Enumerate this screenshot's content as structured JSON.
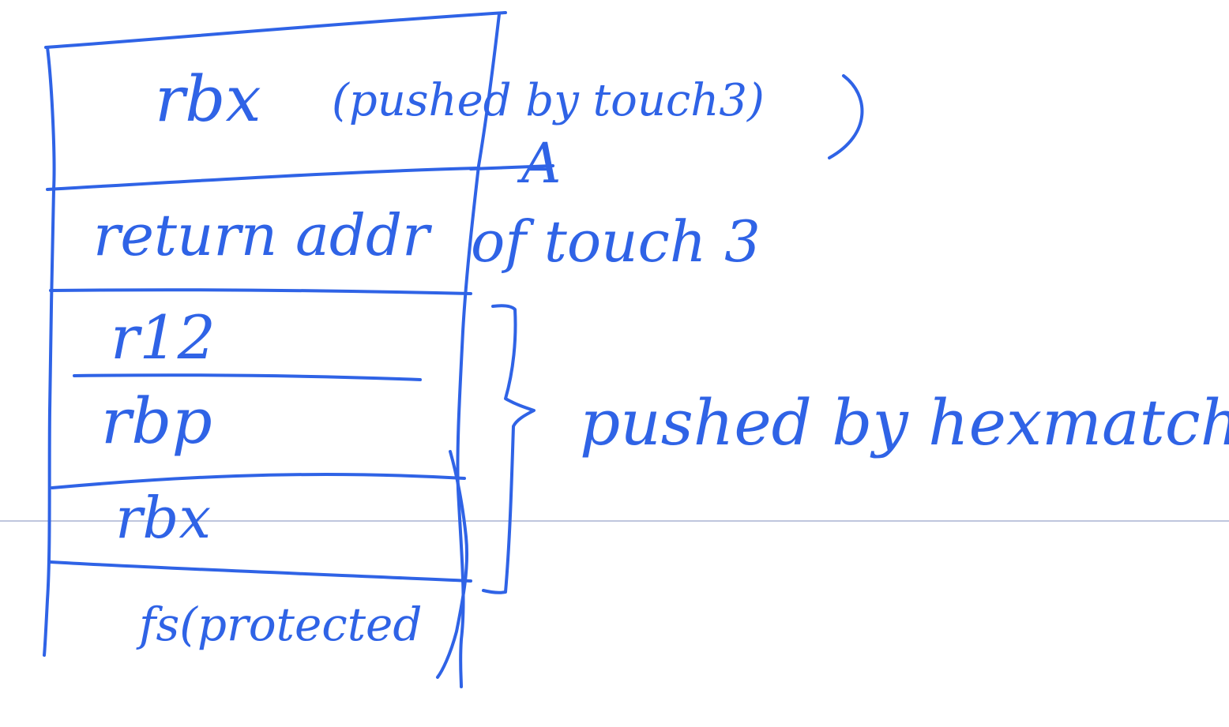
{
  "diagram": {
    "ink_color": "#2f63e6",
    "rule_color": "#aab4d2",
    "stack_slots": [
      {
        "id": "rbx-top",
        "label": "rbx"
      },
      {
        "id": "ret",
        "label": "return addr"
      },
      {
        "id": "r12",
        "label": "r12"
      },
      {
        "id": "rbp",
        "label": "rbp"
      },
      {
        "id": "rbx-bottom",
        "label": "rbx"
      },
      {
        "id": "fs",
        "label": "fs(protected"
      }
    ],
    "annotations": {
      "pushed_by_touch3": "(pushed by touch3)",
      "marker_a": "A",
      "of_touch3": "of touch 3",
      "pushed_by_hexmatch": "pushed by hexmatch"
    }
  }
}
